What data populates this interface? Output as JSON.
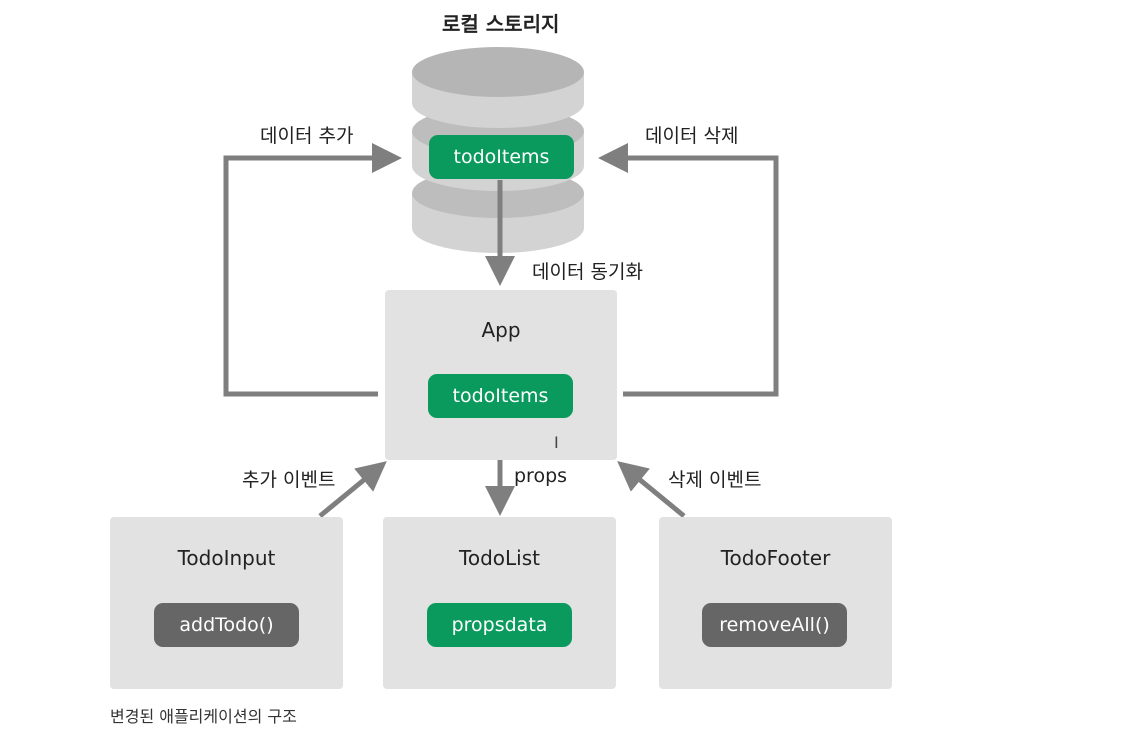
{
  "storage": {
    "title": "로컬 스토리지",
    "state_label": "todoItems"
  },
  "arrows": {
    "add_data": "데이터 추가",
    "delete_data": "데이터 삭제",
    "sync_data": "데이터 동기화",
    "props": "props",
    "add_event": "추가 이벤트",
    "delete_event": "삭제 이벤트"
  },
  "app": {
    "title": "App",
    "state_label": "todoItems"
  },
  "components": [
    {
      "title": "TodoInput",
      "method": "addTodo()",
      "color": "#666666"
    },
    {
      "title": "TodoList",
      "method": "propsdata",
      "color": "#0a9a5e"
    },
    {
      "title": "TodoFooter",
      "method": "removeAll()",
      "color": "#666666"
    }
  ],
  "caption": "변경된 애플리케이션의 구조",
  "colors": {
    "green": "#0a9a5e",
    "dark_gray": "#666666",
    "box_gray": "#e2e2e2",
    "arrow_gray": "#7f7f7f",
    "cylinder_gray": "#d0d0d0",
    "cylinder_top": "#b5b5b5"
  }
}
